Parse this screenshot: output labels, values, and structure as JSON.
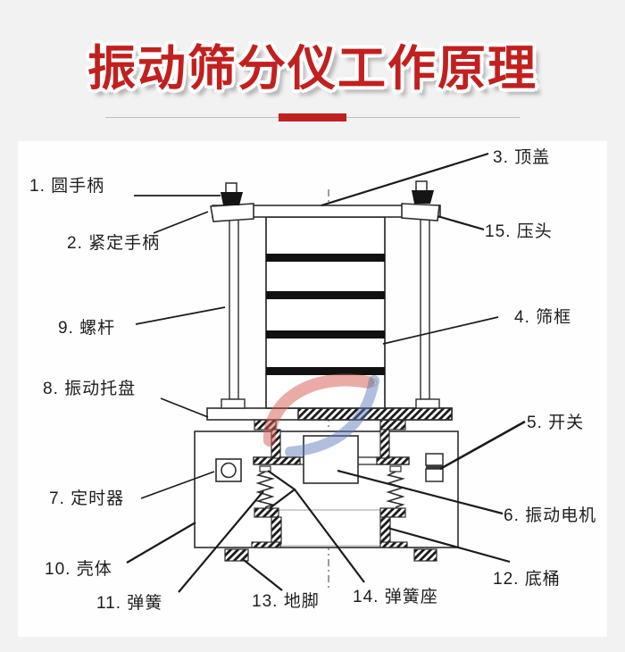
{
  "header": {
    "title": "振动筛分仪工作原理"
  },
  "panel": {
    "labels": [
      {
        "text": "1. 圆手柄",
        "part": "round-handle"
      },
      {
        "text": "2. 紧定手柄",
        "part": "locking-handle"
      },
      {
        "text": "3. 顶盖",
        "part": "top-cover"
      },
      {
        "text": "4. 筛框",
        "part": "sieve-frame"
      },
      {
        "text": "5. 开关",
        "part": "power-switch"
      },
      {
        "text": "6. 振动电机",
        "part": "vibration-motor"
      },
      {
        "text": "7. 定时器",
        "part": "timer"
      },
      {
        "text": "8. 振动托盘",
        "part": "vibration-tray"
      },
      {
        "text": "9. 螺杆",
        "part": "screw-rod"
      },
      {
        "text": "10. 壳体",
        "part": "housing"
      },
      {
        "text": "11. 弹簧",
        "part": "spring"
      },
      {
        "text": "12. 底桶",
        "part": "bottom-pan"
      },
      {
        "text": "13. 地脚",
        "part": "foot"
      },
      {
        "text": "14. 弹簧座",
        "part": "spring-seat"
      },
      {
        "text": "15. 压头",
        "part": "press-head"
      }
    ],
    "watermark": {
      "registered_symbol": "®"
    }
  },
  "colors": {
    "title_red": "#c1201e",
    "divider_red": "#c1201e",
    "drawing_line": "#2d2d2d",
    "watermark_red": "#d6584e",
    "watermark_blue": "#5b79bb",
    "panel_bg": "#fefefe",
    "page_bg": "#f2f2f2"
  }
}
